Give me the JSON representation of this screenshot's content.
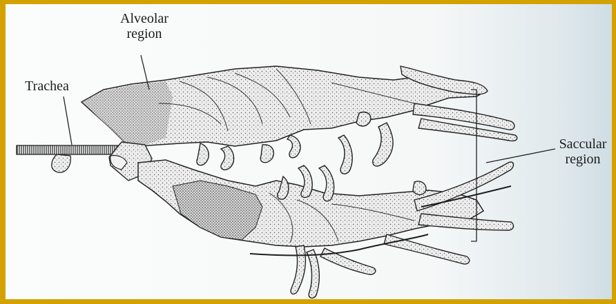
{
  "labels": {
    "trachea": "Trachea",
    "alveolar": "Alveolar\nregion",
    "saccular": "Saccular\nregion"
  },
  "colors": {
    "frame": "#d3a200",
    "ink": "#1b1b1b",
    "tissue": "#ececec"
  }
}
